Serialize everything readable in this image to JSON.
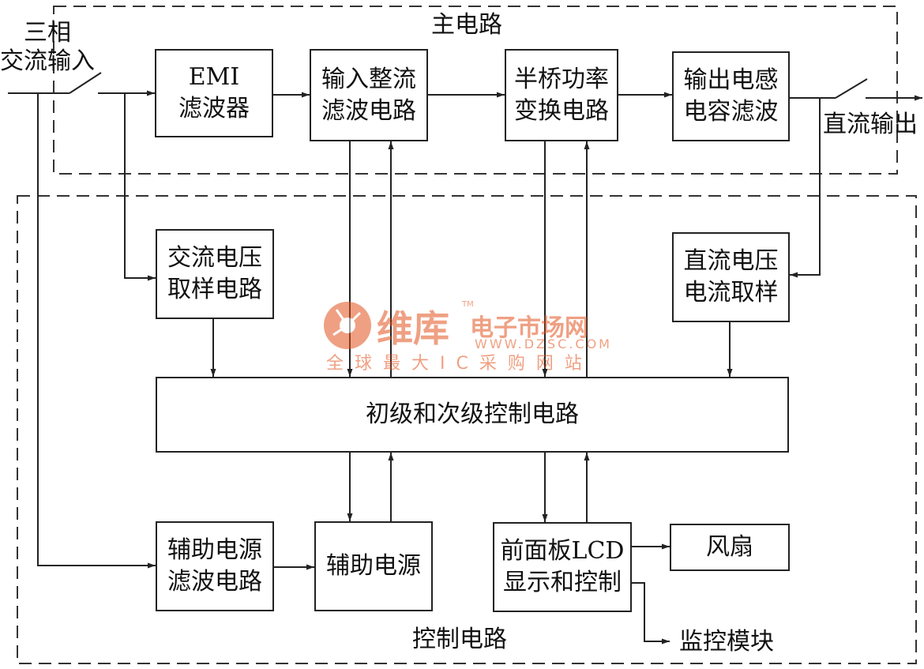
{
  "labels": {
    "ac_input_line1": "三相",
    "ac_input_line2": "交流输入",
    "main_circuit": "主电路",
    "dc_output": "直流输出",
    "control_circuit": "控制电路",
    "fan": "风扇",
    "monitor_module": "监控模块"
  },
  "blocks": {
    "emi": [
      "EMI",
      "滤波器"
    ],
    "input_rectifier": [
      "输入整流",
      "滤波电路"
    ],
    "half_bridge": [
      "半桥功率",
      "变换电路"
    ],
    "output_lc": [
      "输出电感",
      "电容滤波"
    ],
    "ac_sampling": [
      "交流电压",
      "取样电路"
    ],
    "dc_sampling": [
      "直流电压",
      "电流取样"
    ],
    "control": [
      "初级和次级控制电路"
    ],
    "aux_filter": [
      "辅助电源",
      "滤波电路"
    ],
    "aux_power": [
      "辅助电源"
    ],
    "front_panel": [
      "前面板LCD",
      "显示和控制"
    ]
  },
  "watermark": {
    "brand": "维库",
    "brand_sub": "电子市场网",
    "trademark": "TM",
    "url": "WWW.DZSC.COM",
    "tagline": "全球最大IC采购网站",
    "color": "#e2541f"
  }
}
